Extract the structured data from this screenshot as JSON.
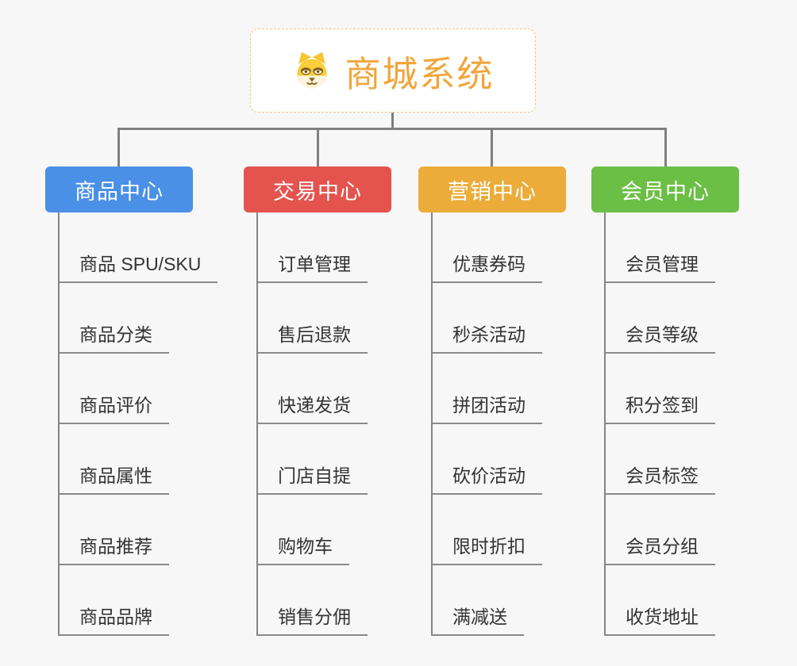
{
  "root": {
    "title": "商城系统",
    "icon": "doge-icon"
  },
  "branches": [
    {
      "id": "product-center",
      "label": "商品中心",
      "color": "#4A90E6",
      "children": [
        "商品 SPU/SKU",
        "商品分类",
        "商品评价",
        "商品属性",
        "商品推荐",
        "商品品牌"
      ]
    },
    {
      "id": "trade-center",
      "label": "交易中心",
      "color": "#E4534E",
      "children": [
        "订单管理",
        "售后退款",
        "快递发货",
        "门店自提",
        "购物车",
        "销售分佣"
      ]
    },
    {
      "id": "marketing-center",
      "label": "营销中心",
      "color": "#EBAC3A",
      "children": [
        "优惠券码",
        "秒杀活动",
        "拼团活动",
        "砍价活动",
        "限时折扣",
        "满减送"
      ]
    },
    {
      "id": "member-center",
      "label": "会员中心",
      "color": "#6BBF45",
      "children": [
        "会员管理",
        "会员等级",
        "积分签到",
        "会员标签",
        "会员分组",
        "收货地址"
      ]
    }
  ],
  "colors": {
    "background": "#F7F7F7",
    "connector": "#7F7F7F",
    "trunk": "#858585",
    "leaf_underline": "#8A8A8A",
    "leaf_text": "#333333",
    "root_border": "#F0C47A",
    "root_text": "#F0A63C"
  }
}
